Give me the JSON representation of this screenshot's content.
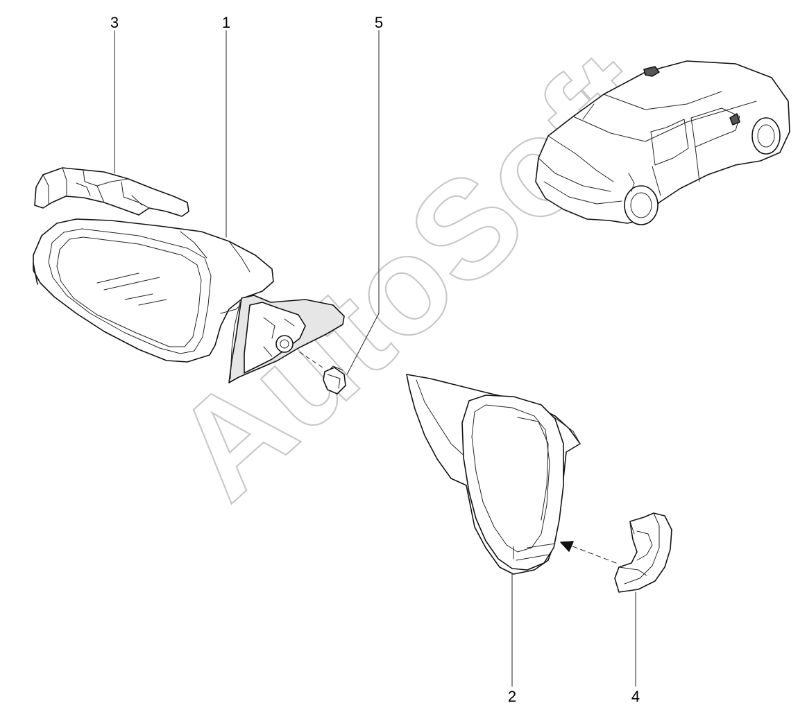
{
  "watermark": {
    "text": "AutoSoft"
  },
  "callouts": [
    {
      "id": "1",
      "label": "1"
    },
    {
      "id": "2",
      "label": "2"
    },
    {
      "id": "3",
      "label": "3"
    },
    {
      "id": "4",
      "label": "4"
    },
    {
      "id": "5",
      "label": "5"
    }
  ]
}
